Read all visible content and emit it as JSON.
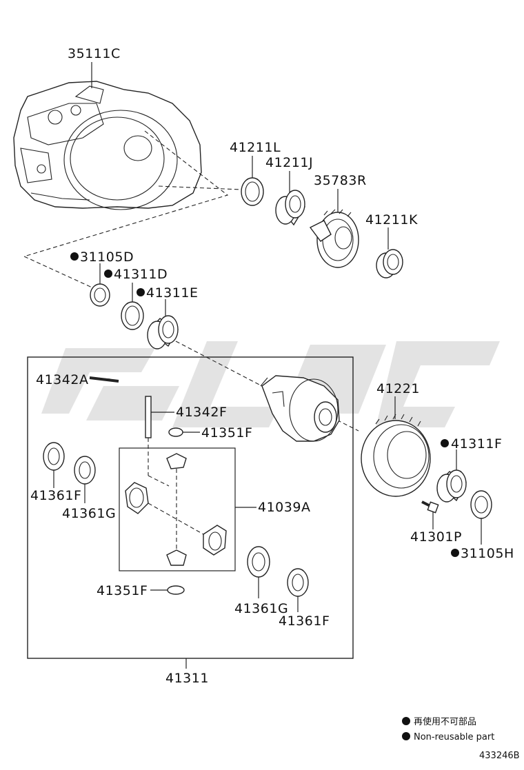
{
  "labels": {
    "p35111C": "35111C",
    "p41211L": "41211L",
    "p41211J": "41211J",
    "p35783R": "35783R",
    "p41211K": "41211K",
    "p31105D": "31105D",
    "p41311D": "41311D",
    "p41311E": "41311E",
    "p41342A": "41342A",
    "p41342F": "41342F",
    "p41351F_top": "41351F",
    "p41221": "41221",
    "p41311F": "41311F",
    "p41361F_left": "41361F",
    "p41361G_left": "41361G",
    "p41039A": "41039A",
    "p41301P": "41301P",
    "p31105H": "31105H",
    "p41351F_bottom": "41351F",
    "p41361G_bottom": "41361G",
    "p41361F_bottom": "41361F",
    "p41311": "41311"
  },
  "legend": {
    "reuse_cn": "再使用不可部品",
    "reuse_en": "Non-reusable part"
  },
  "diagram_id": "433246B"
}
